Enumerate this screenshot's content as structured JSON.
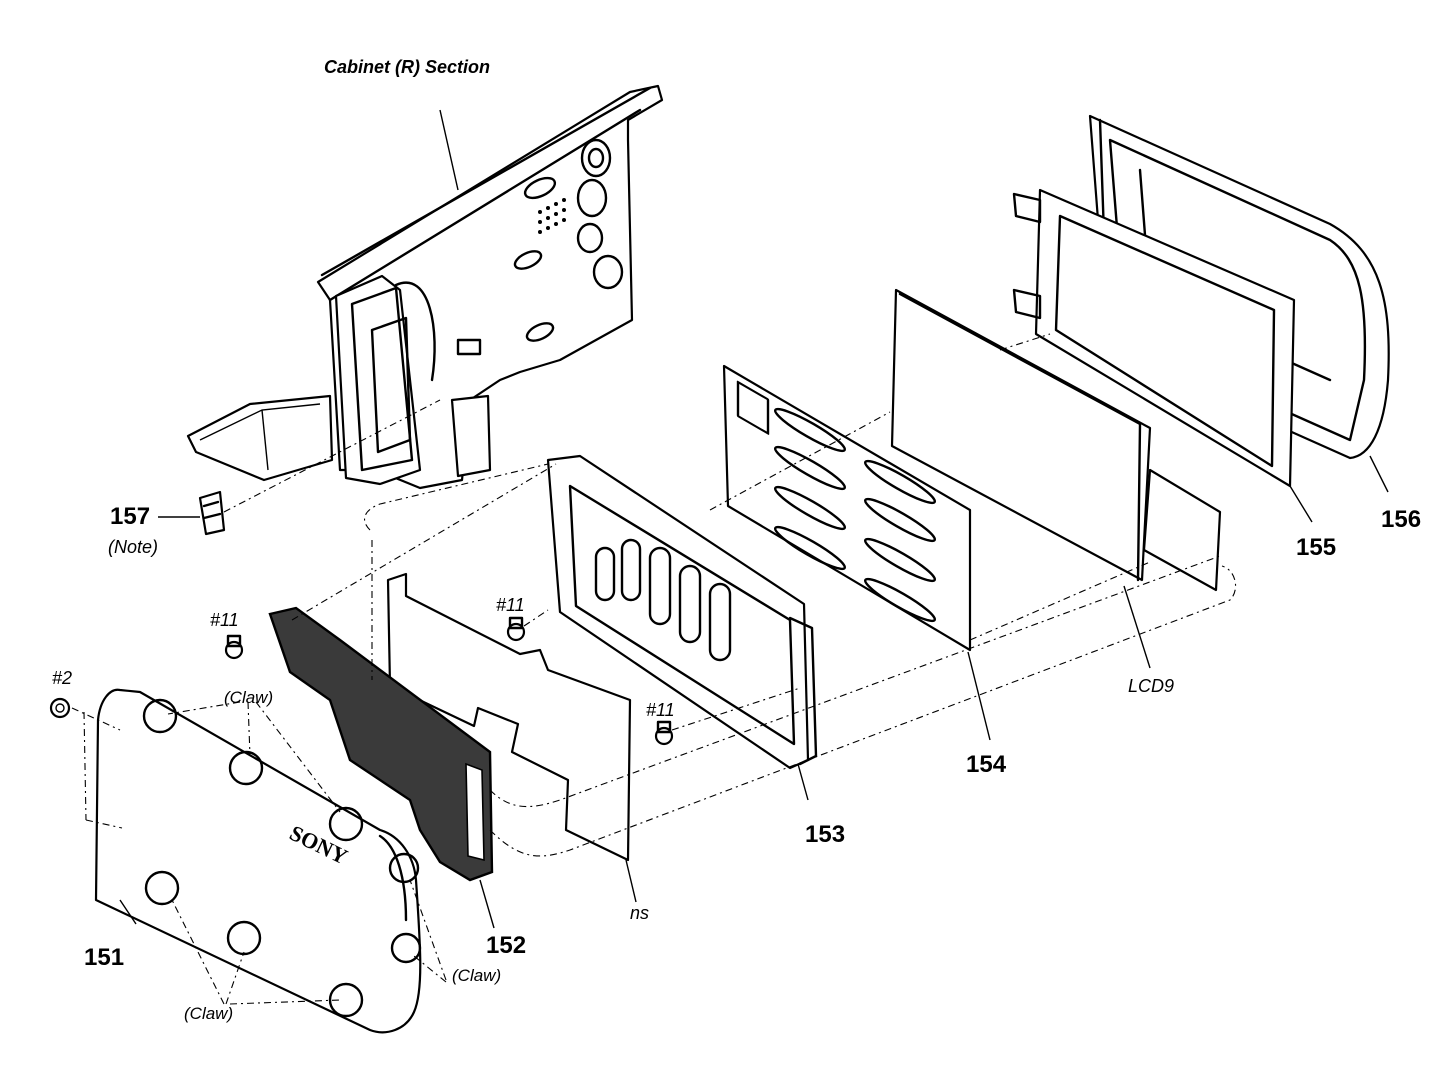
{
  "title": "Cabinet (R) Section",
  "parts": {
    "p151": "151",
    "p152": "152",
    "p153": "153",
    "p154": "154",
    "p155": "155",
    "p156": "156",
    "p157": "157",
    "lcd": "LCD9",
    "ns": "ns"
  },
  "notes": {
    "note": "(Note)",
    "claw_top": "(Claw)",
    "claw_bottom": "(Claw)",
    "claw_right": "(Claw)"
  },
  "screws": {
    "s11_left": "#11",
    "s11_mid": "#11",
    "s11_bottom": "#11",
    "s2": "#2"
  },
  "brand": "SONY"
}
